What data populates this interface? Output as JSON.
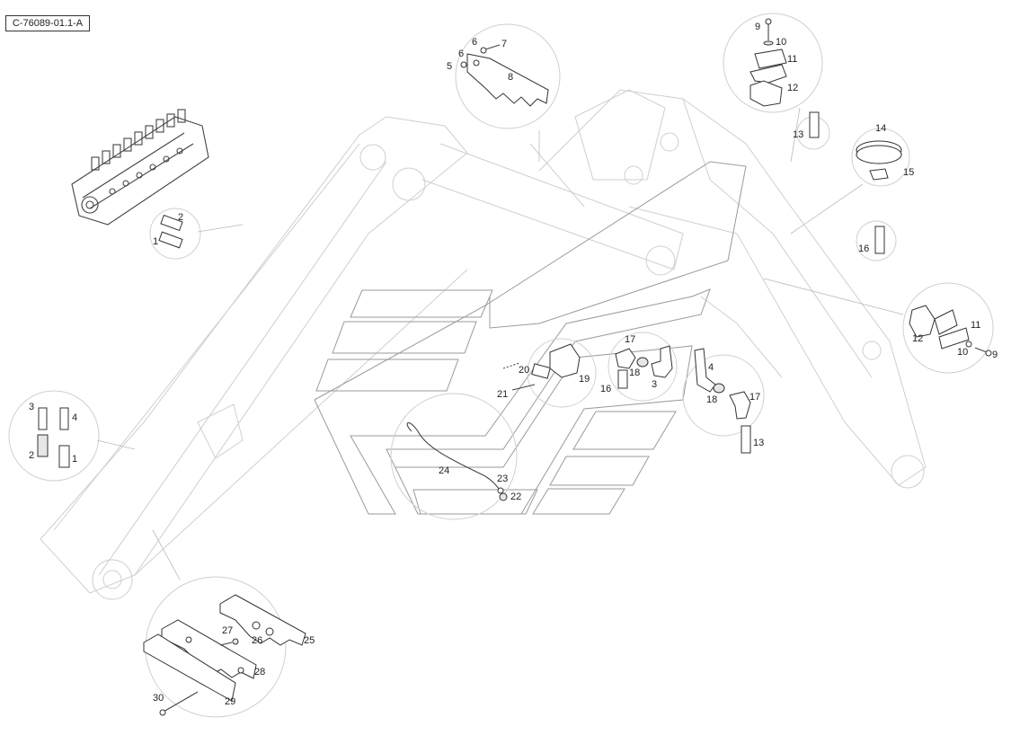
{
  "drawing_ref": "C-76089-01.1-A",
  "callouts": {
    "ctrl_valve": [
      "2",
      "1"
    ],
    "top_clip": [
      "6",
      "7",
      "5",
      "6",
      "8"
    ],
    "top_clamp": [
      "9",
      "10",
      "11",
      "12"
    ],
    "right_parts": [
      "13",
      "14",
      "15",
      "16"
    ],
    "right_clamp": [
      "12",
      "11",
      "10",
      "9"
    ],
    "left_fittings": [
      "3",
      "4",
      "2",
      "1"
    ],
    "center": [
      "20",
      "21",
      "19",
      "17",
      "18",
      "16",
      "3",
      "4",
      "18",
      "17",
      "13",
      "24",
      "23",
      "22"
    ],
    "bottom": [
      "27",
      "26",
      "25",
      "28",
      "29",
      "30"
    ]
  }
}
